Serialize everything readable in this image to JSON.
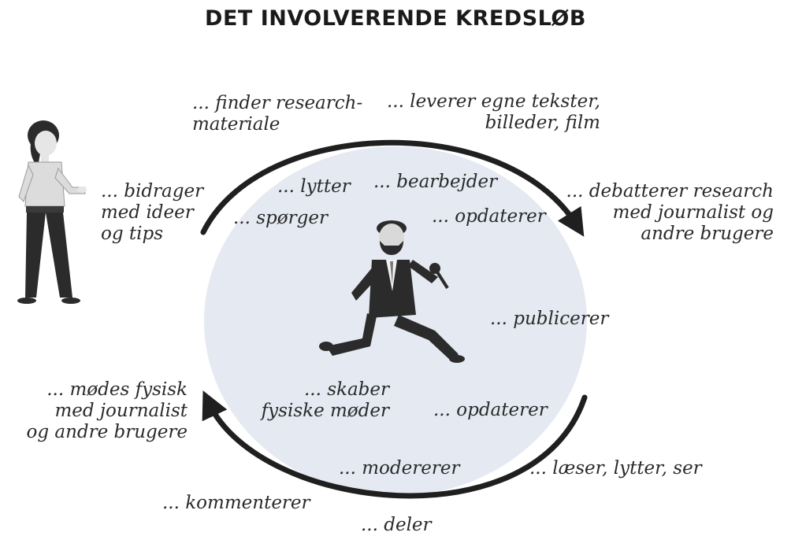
{
  "title": "DET INVOLVERENDE KREDSLØB",
  "outer": {
    "finder": [
      "... finder research-",
      "materiale"
    ],
    "leverer": [
      "... leverer egne tekster,",
      "billeder, film"
    ],
    "bidrager": [
      "... bidrager",
      "med ideer",
      "og tips"
    ],
    "debatterer": [
      "... debatterer research",
      "med journalist og",
      "andre brugere"
    ],
    "modes": [
      "... mødes fysisk",
      "med journalist",
      "og andre brugere"
    ],
    "laeser": "... læser, lytter, ser",
    "kommenterer": "... kommenterer",
    "deler": "... deler"
  },
  "inner": {
    "lytter": "... lytter",
    "bearbejder": "... bearbejder",
    "sporger": "... spørger",
    "opdaterer_top": "... opdaterer",
    "publicerer": "... publicerer",
    "skaber": [
      "... skaber",
      "fysiske møder"
    ],
    "opdaterer_bottom": "... opdaterer",
    "modererer": "... modererer"
  },
  "colors": {
    "circle_fill": "#e4e9f2",
    "arrow": "#1f1f1f",
    "figure": "#2b2b2b"
  }
}
